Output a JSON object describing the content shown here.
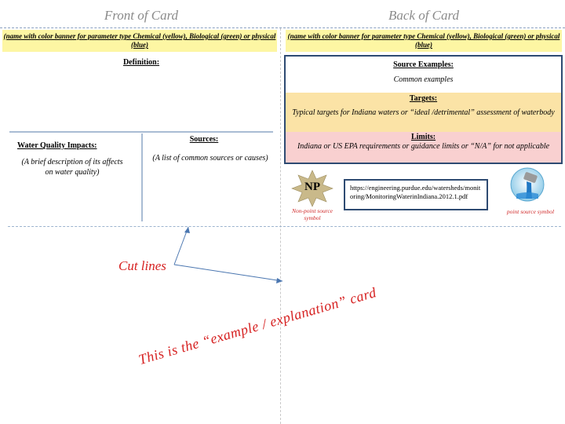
{
  "front": {
    "heading": "Front of Card",
    "banner": "(name with color banner for parameter type Chemical (yellow), Biological (green) or physical (blue)",
    "definition_label": "Definition:",
    "wq_impacts_label": "Water Quality Impacts:",
    "wq_impacts_desc": "(A brief description of its affects on water quality)",
    "sources_label": "Sources:",
    "sources_desc": "(A list of common sources or causes)"
  },
  "back": {
    "heading": "Back of Card",
    "banner": "(name with color banner for parameter type Chemical (yellow), Biological (green) or physical (blue)",
    "source_examples_label": "Source Examples:",
    "source_examples_desc": "Common examples",
    "targets_label": "Targets:",
    "targets_desc": "Typical targets for Indiana waters or “ideal /detrimental” assessment of waterbody",
    "limits_label": "Limits:",
    "limits_desc": "Indiana or US EPA requirements or guidance limits or “N/A” for not applicable",
    "np_badge": "NP",
    "np_caption": "Non-point source symbol",
    "url": "https://engineering.purdue.edu/watersheds/monitoring/MonitoringWaterinIndiana.2012.1.pdf",
    "point_caption": "point source symbol"
  },
  "annotations": {
    "cut_lines": "Cut lines",
    "example_note": "This is the “example / explanation” card"
  },
  "colors": {
    "banner_yellow": "#fdf6a3",
    "targets_band": "#fbe3a6",
    "limits_band": "#f9d0d0",
    "box_border": "#2e4b72",
    "annotation_red": "#d62020"
  },
  "icons": {
    "np": "star-badge-icon",
    "point_source": "pipe-outfall-icon"
  }
}
